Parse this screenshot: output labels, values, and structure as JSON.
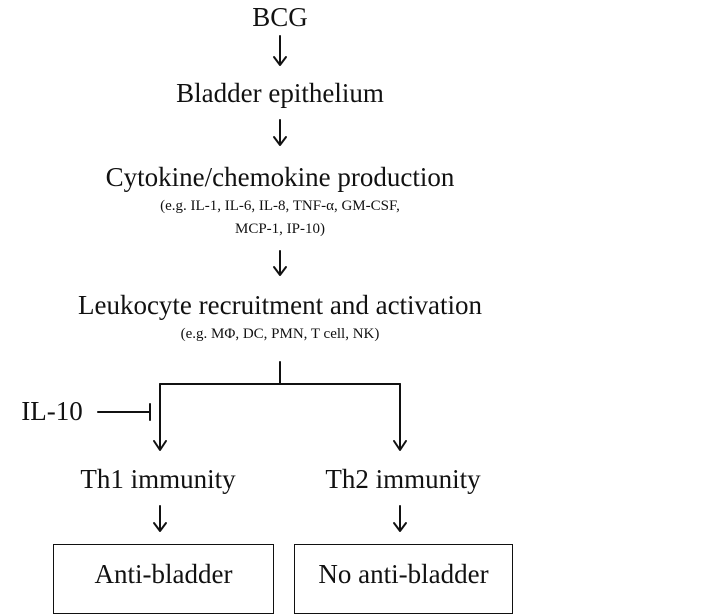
{
  "nodes": {
    "bcg": "BCG",
    "epithelium": "Bladder epithelium",
    "cytokine": "Cytokine/chemokine production",
    "cytokine_examples_1": "(e.g. IL-1, IL-6, IL-8, TNF-α, GM-CSF,",
    "cytokine_examples_2": "MCP-1, IP-10)",
    "leukocyte": "Leukocyte recruitment and activation",
    "leukocyte_examples": "(e.g. MΦ, DC, PMN, T cell, NK)",
    "il10": "IL-10",
    "th1": "Th1 immunity",
    "th2": "Th2 immunity",
    "box_left": "Anti-bladder",
    "box_right": "No anti-bladder"
  }
}
